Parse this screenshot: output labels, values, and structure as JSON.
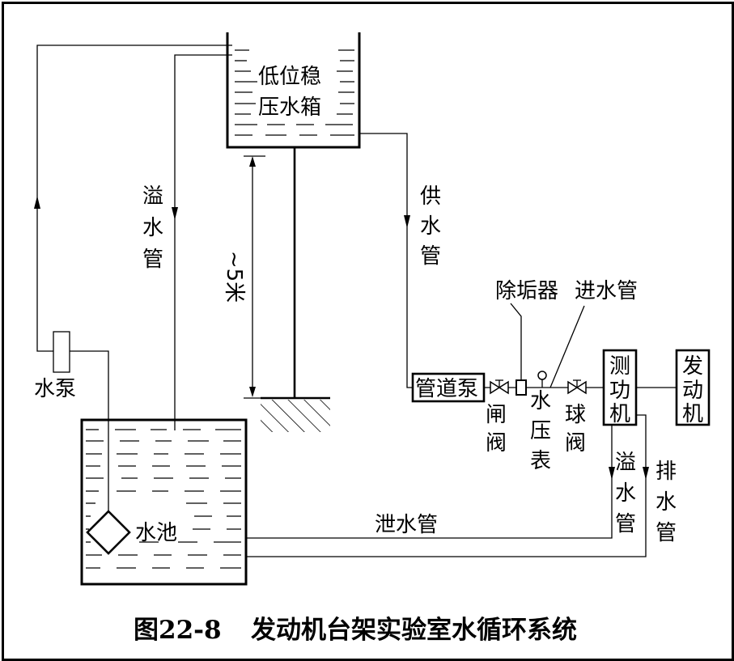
{
  "labels": {
    "tank_line1": "低位稳",
    "tank_line2": "压水箱",
    "overflow_pipe_left": "溢水管",
    "supply_pipe": "供水管",
    "height": "~5米",
    "pump": "水泵",
    "pool": "水池",
    "pipeline_pump": "管道泵",
    "descaler": "除垢器",
    "inlet_pipe": "进水管",
    "gate_valve": "闸阀",
    "pressure_gauge": "水压表",
    "ball_valve": "球阀",
    "dynamometer": "测功机",
    "engine": "发动机",
    "overflow_pipe_right": "溢水管",
    "drain_pipe": "排水管",
    "discharge_pipe": "泄水管"
  },
  "caption": {
    "figure_no": "图22-8",
    "title": "发动机台架实验室水循环系统"
  },
  "colors": {
    "line": "#000000",
    "background": "#ffffff"
  }
}
